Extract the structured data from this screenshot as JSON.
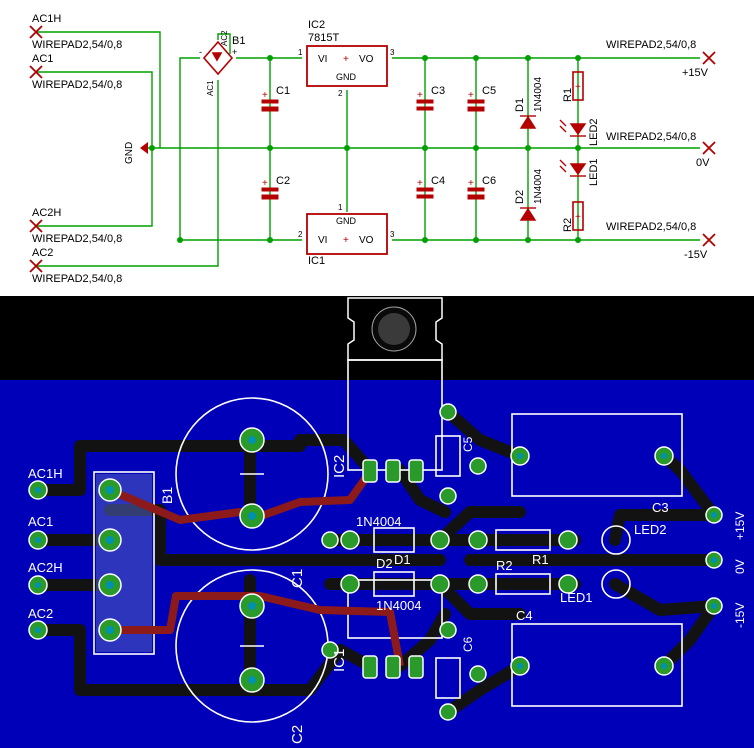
{
  "colors": {
    "schematic_wire": "#00a000",
    "schematic_symbol": "#b40000",
    "pcb_board": "#0000b8",
    "pcb_outer": "#000000",
    "pcb_copper": "#121212",
    "pcb_trace_top": "#8c1a1a",
    "pcb_pad": "#2a9a2a",
    "pcb_silk": "#ffffff",
    "pcb_drill": "#0090b0"
  },
  "schematic": {
    "connectors": [
      {
        "name": "AC1H",
        "value": "WIREPAD2,54/0,8"
      },
      {
        "name": "AC1",
        "value": "WIREPAD2,54/0,8"
      },
      {
        "name": "AC2H",
        "value": "WIREPAD2,54/0,8"
      },
      {
        "name": "AC2",
        "value": "WIREPAD2,54/0,8"
      },
      {
        "name": "+15V",
        "value": "WIREPAD2,54/0,8"
      },
      {
        "name": "0V",
        "value": "WIREPAD2,54/0,8"
      },
      {
        "name": "-15V",
        "value": "WIREPAD2,54/0,8"
      }
    ],
    "gnd_label": "GND",
    "bridge": {
      "name": "B1",
      "pin_ac1": "AC1",
      "pin_ac2": "AC2",
      "pin_minus": "-",
      "pin_plus": "+"
    },
    "ic2": {
      "name": "IC2",
      "value": "7815T",
      "vi": "VI",
      "vo": "VO",
      "gnd": "GND",
      "pin1": "1",
      "pin2": "2",
      "pin3": "3"
    },
    "ic1": {
      "name": "IC1",
      "vi": "VI",
      "vo": "VO",
      "gnd": "GND",
      "pin1": "1",
      "pin2": "2",
      "pin3": "3"
    },
    "caps": [
      "C1",
      "C2",
      "C3",
      "C4",
      "C5",
      "C6"
    ],
    "diodes": [
      {
        "name": "D1",
        "value": "1N4004"
      },
      {
        "name": "D2",
        "value": "1N4004"
      }
    ],
    "resistors": [
      "R1",
      "R2"
    ],
    "leds": [
      "LED2",
      "LED1"
    ],
    "plus_sign": "+"
  },
  "pcb": {
    "labels": {
      "ac1h": "AC1H",
      "ac1": "AC1",
      "ac2h": "AC2H",
      "ac2": "AC2",
      "b1": "B1",
      "ic2": "IC2",
      "ic1": "IC1",
      "c1": "C1",
      "c2": "C2",
      "c3": "C3",
      "c4": "C4",
      "c5": "C5",
      "c6": "C6",
      "d1": "D1",
      "d2": "D2",
      "d1_value": "1N4004",
      "d2_value": "1N4004",
      "r1": "R1",
      "r2": "R2",
      "led1": "LED1",
      "led2": "LED2",
      "p15": "+15V",
      "zero": "0V",
      "m15": "-15V"
    }
  }
}
